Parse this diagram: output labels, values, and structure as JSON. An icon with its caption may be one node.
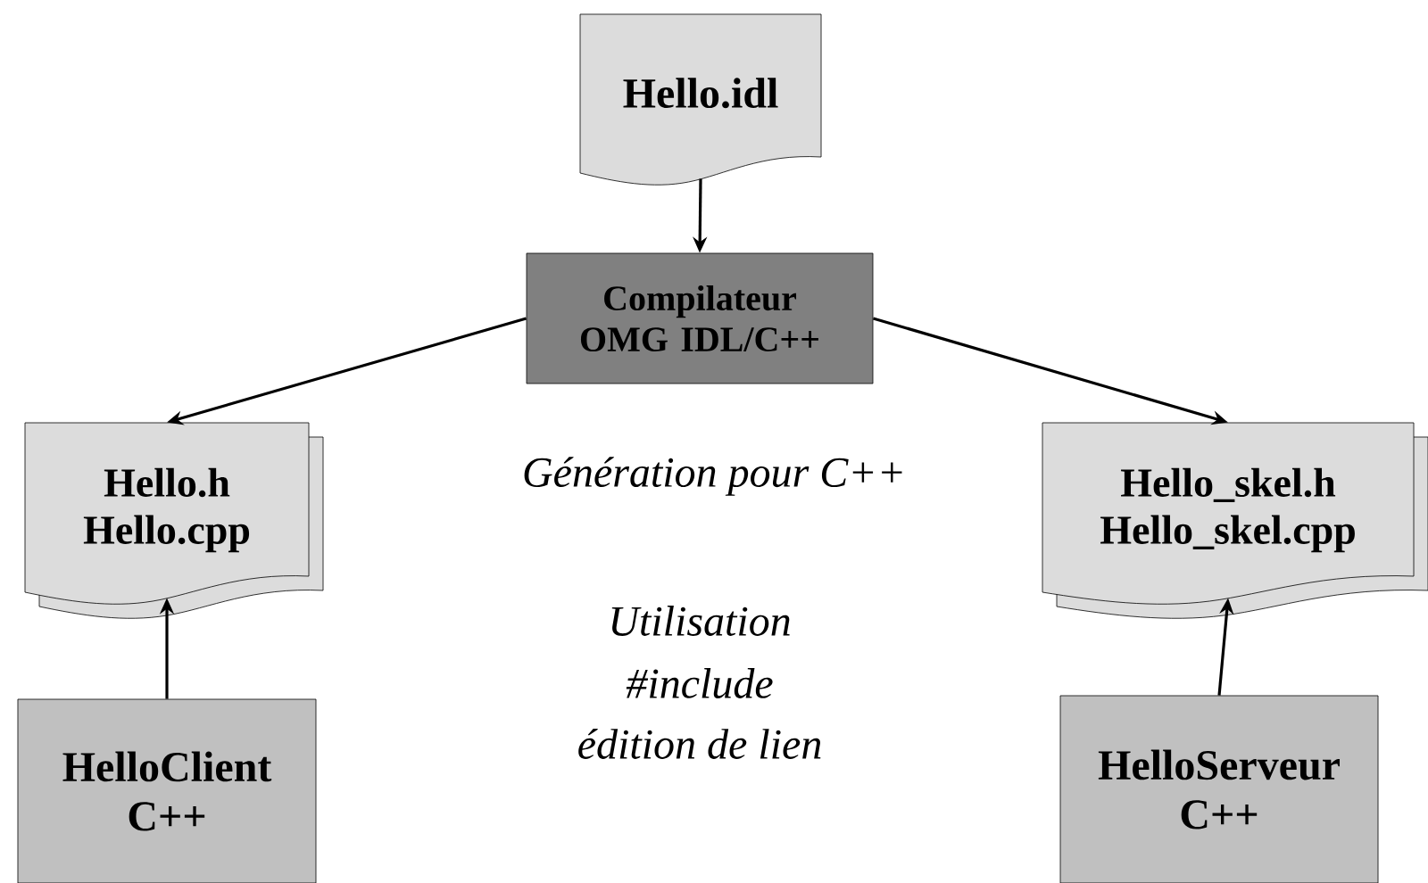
{
  "diagram": {
    "nodes": [
      {
        "text": [
          "Hello.idl"
        ]
      },
      {
        "text": [
          "Compilateur OMG IDL/C++"
        ]
      },
      {
        "text": [
          "Hello.h",
          "Hello.cpp"
        ]
      },
      {
        "text": [
          "Hello_skel.h",
          "Hello_skel.cpp"
        ]
      },
      {
        "text": [
          "HelloClient C++"
        ]
      },
      {
        "text": [
          "HelloServeur C++"
        ]
      }
    ],
    "edges": [
      {
        "from": 0,
        "to": 1,
        "arrow": "to"
      },
      {
        "from": 1,
        "to": 2,
        "arrow": "to"
      },
      {
        "from": 1,
        "to": 3,
        "arrow": "to"
      },
      {
        "from": 4,
        "to": 2,
        "arrow": "to"
      },
      {
        "from": 5,
        "to": 3,
        "arrow": "to"
      }
    ],
    "labels": [
      "Génération pour C++",
      "Utilisation",
      "#include",
      "édition de lien"
    ]
  }
}
